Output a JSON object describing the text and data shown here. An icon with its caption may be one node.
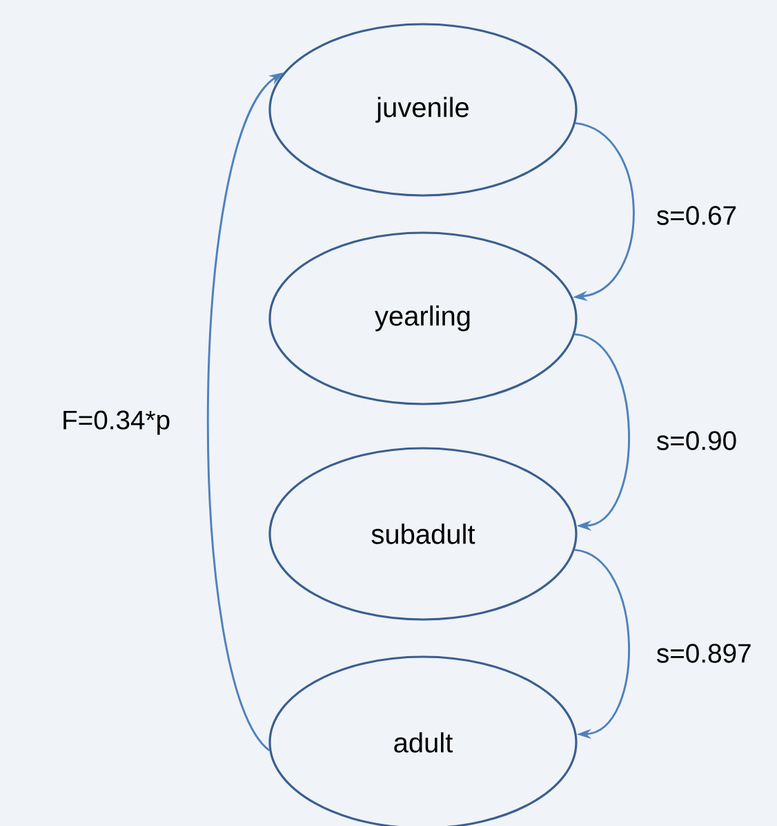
{
  "diagram": {
    "nodes": [
      {
        "text": [
          "juvenile"
        ]
      },
      {
        "text": [
          "yearling"
        ]
      },
      {
        "text": [
          "subadult"
        ]
      },
      {
        "text": [
          "adult"
        ]
      }
    ],
    "edges": [
      {
        "from": 0,
        "to": 1,
        "arrow": "to",
        "label": "s=0.67"
      },
      {
        "from": 1,
        "to": 2,
        "arrow": "to",
        "label": "s=0.90"
      },
      {
        "from": 2,
        "to": 3,
        "arrow": "to",
        "label": "s=0.897"
      },
      {
        "from": 3,
        "to": 0,
        "arrow": "to",
        "label": "F=0.34*p"
      }
    ]
  }
}
